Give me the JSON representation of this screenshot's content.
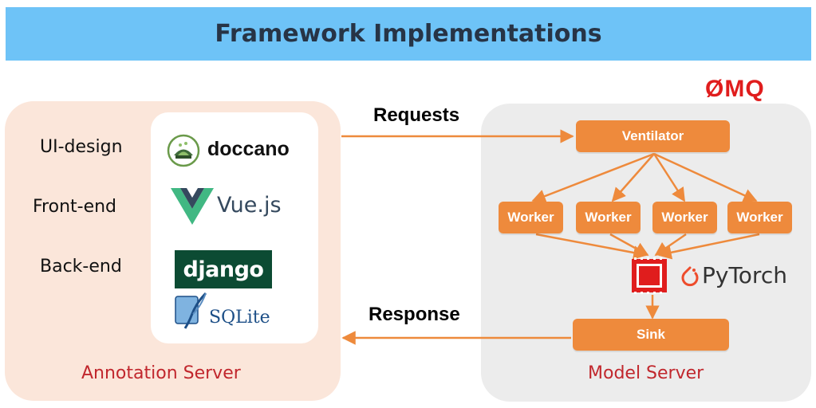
{
  "title": "Framework Implementations",
  "annotation_server": {
    "caption": "Annotation Server",
    "rows": [
      {
        "label": "UI-design",
        "tech": "doccano"
      },
      {
        "label": "Front-end",
        "tech": "Vue.js"
      },
      {
        "label": "Back-end",
        "tech": "django"
      }
    ],
    "extra_tech": "SQLite"
  },
  "model_server": {
    "caption": "Model Server",
    "messaging_logo": "ØMQ",
    "ventilator": "Ventilator",
    "workers": [
      "Worker",
      "Worker",
      "Worker",
      "Worker"
    ],
    "framework": "PyTorch",
    "sink": "Sink"
  },
  "flows": {
    "request_label": "Requests",
    "response_label": "Response"
  },
  "colors": {
    "banner": "#6ec3f7",
    "node": "#ee8a3c",
    "arrow": "#ee8a3c",
    "caption": "#c1272d",
    "zmq": "#e01d1d"
  },
  "icons": [
    "doccano-logo-icon",
    "vue-logo-icon",
    "sqlite-feather-icon",
    "zmq-chip-icon",
    "pytorch-flame-icon"
  ]
}
